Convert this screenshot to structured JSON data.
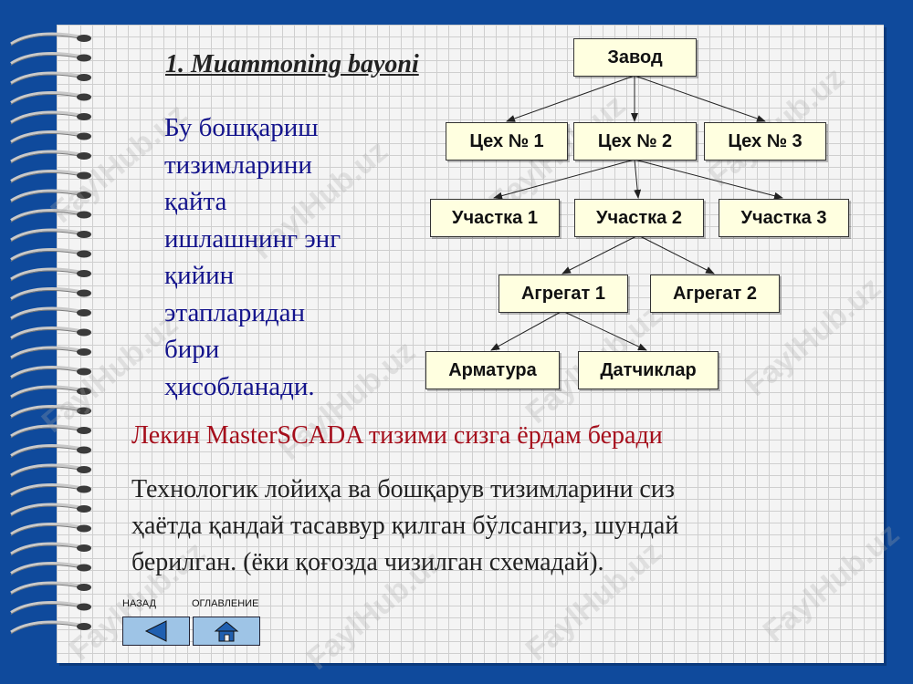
{
  "slide": {
    "title": "1. Muammoning bayoni",
    "paragraph1_lines": [
      "Бу бошқариш",
      "тизимларини",
      "қайта",
      "ишлашнинг энг",
      "қийин",
      "этапларидан",
      "бири",
      "ҳисобланади."
    ],
    "red_line": "Лекин MasterSCADA тизими сизга ёрдам беради",
    "paragraph2_lines": [
      "Технологик лойиҳа ва бошқарув тизимларини сиз",
      "ҳаётда қандай тасаввур қилган бўлсангиз, шундай",
      "берилган. (ёки қоғозда чизилган схемадай)."
    ]
  },
  "diagram": {
    "zavod": "Завод",
    "cex1": "Цех № 1",
    "cex2": "Цех № 2",
    "cex3": "Цех № 3",
    "uch1": "Участка 1",
    "uch2": "Участка 2",
    "uch3": "Участка 3",
    "agr1": "Агрегат 1",
    "agr2": "Агрегат 2",
    "armatura": "Арматура",
    "datchiki": "Датчиклар"
  },
  "nav": {
    "back_label": "НАЗАД",
    "contents_label": "ОГЛАВЛЕНИЕ",
    "back_icon": "triangle-left-icon",
    "home_icon": "house-icon"
  },
  "watermark": "FaylHub.uz",
  "colors": {
    "background": "#0f4a9c",
    "title_text": "#222222",
    "paragraph_blue": "#14148c",
    "red_text": "#a50f1c",
    "box_fill": "#ffffe0",
    "nav_button": "#9ec4e6"
  }
}
